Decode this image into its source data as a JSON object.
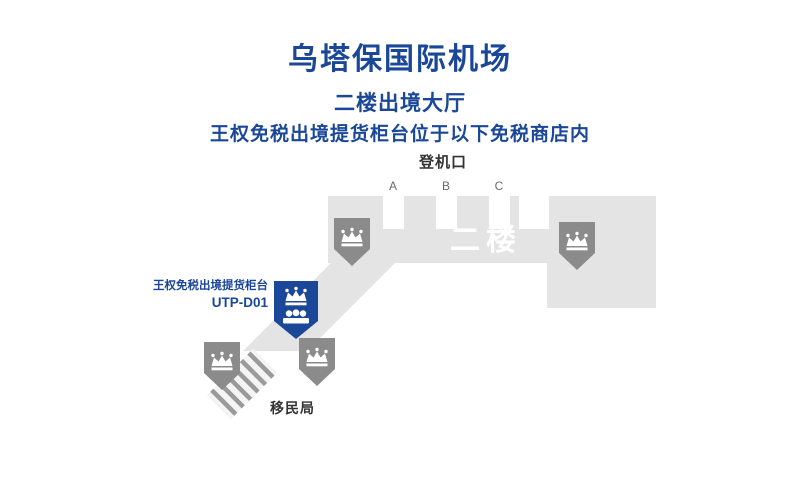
{
  "header": {
    "title": "乌塔保国际机场",
    "subtitle": "二楼出境大厅",
    "description": "王权免税出境提货柜台位于以下免税商店内"
  },
  "map": {
    "boarding_gates_label": "登机口",
    "gates": [
      "A",
      "B",
      "C"
    ],
    "floor_label": "二楼",
    "immigration_label": "移民局",
    "counter": {
      "name": "王权免税出境提货柜台",
      "code": "UTP-D01"
    },
    "icons": {
      "shop_marker": "crown-icon",
      "counter_marker": "crown-and-staff-icon"
    },
    "colors": {
      "brand_blue": "#1a4798",
      "floor_gray": "#e4e4e4",
      "marker_gray": "#8b8b8b",
      "label_dark": "#333333",
      "floor_text": "#ffffff"
    }
  }
}
